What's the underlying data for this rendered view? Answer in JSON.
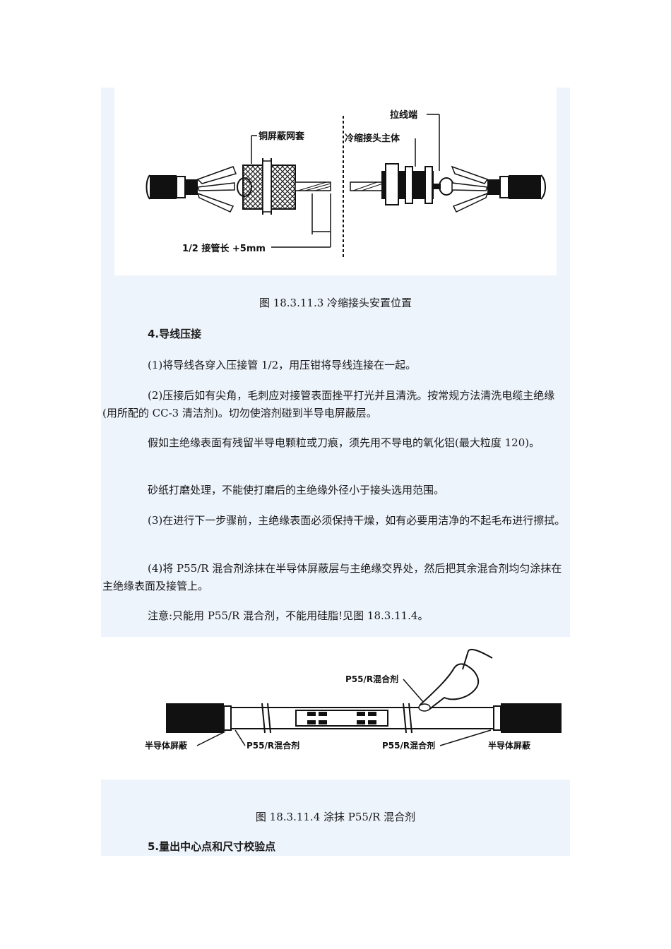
{
  "figure1": {
    "labels": {
      "puller": "拉线端",
      "copper_mesh": "铜屏蔽网套",
      "cold_shrink_body": "冷缩接头主体",
      "dimension": "1/2 接管长 +5mm"
    },
    "caption": "图 18.3.11.3 冷缩接头安置位置"
  },
  "section4": {
    "heading": "4.导线压接",
    "paragraphs": [
      "(1)将导线各穿入压接管 1/2，用压钳将导线连接在一起。",
      "(2)压接后如有尖角，毛刺应对接管表面挫平打光并且清洗。按常规方法清洗电缆主绝缘(用所配的 CC-3 清洁剂)。切勿使溶剂碰到半导电屏蔽层。",
      "假如主绝缘表面有残留半导电颗粒或刀痕，须先用不导电的氧化铝(最大粒度 120)。",
      "砂纸打磨处理，不能使打磨后的主绝缘外径小于接头选用范围。",
      "(3)在进行下一步骤前，主绝缘表面必须保持干燥，如有必要用洁净的不起毛布进行擦拭。",
      "(4)将 P55/R 混合剂涂抹在半导体屏蔽层与主绝缘交界处，然后把其余混合剂均匀涂抹在主绝缘表面及接管上。",
      "注意:只能用 P55/R 混合剂，不能用硅脂!见图 18.3.11.4。"
    ]
  },
  "figure2": {
    "labels": {
      "compound_top": "P55/R混合剂",
      "semi_left": "半导体屏蔽",
      "compound_left": "P55/R混合剂",
      "compound_right": "P55/R混合剂",
      "semi_right": "半导体屏蔽"
    },
    "caption": "图 18.3.11.4 涂抹 P55/R 混合剂"
  },
  "section5": {
    "heading": "5.量出中心点和尺寸校验点"
  }
}
